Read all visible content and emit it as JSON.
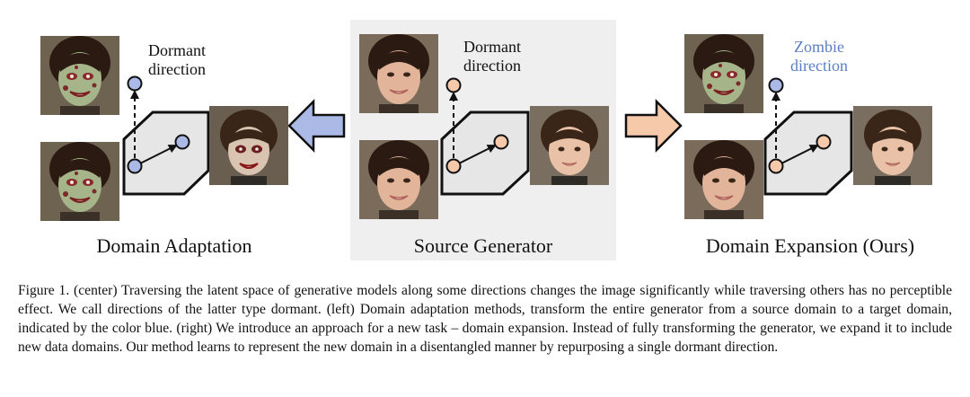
{
  "panels": {
    "left": {
      "title": "Domain Adaptation",
      "direction_label_line1": "Dormant",
      "direction_label_line2": "direction",
      "dot_color": "#aab9e6"
    },
    "center": {
      "title": "Source Generator",
      "direction_label_line1": "Dormant",
      "direction_label_line2": "direction",
      "dot_color": "#f6c9ab"
    },
    "right": {
      "title": "Domain Expansion (Ours)",
      "direction_label_line1": "Zombie",
      "direction_label_line2": "direction",
      "label_color": "#5b7fc4",
      "dot_color": "#aab9e6",
      "dot_color_secondary": "#f6c9ab"
    }
  },
  "arrows": {
    "left_arrow_color": "#aab9e6",
    "right_arrow_color": "#f6c9ab"
  },
  "caption": {
    "text": "Figure 1. (center) Traversing the latent space of generative models along some directions changes the image significantly while traversing others has no perceptible effect. We call directions of the latter type dormant. (left) Domain adaptation methods, transform the entire generator from a source domain to a target domain, indicated by the color blue. (right) We introduce an approach for a new task – domain expansion. Instead of fully transforming the generator, we expand it to include new data domains. Our method learns to represent the new domain in a disentangled manner by repurposing a single dormant direction."
  }
}
